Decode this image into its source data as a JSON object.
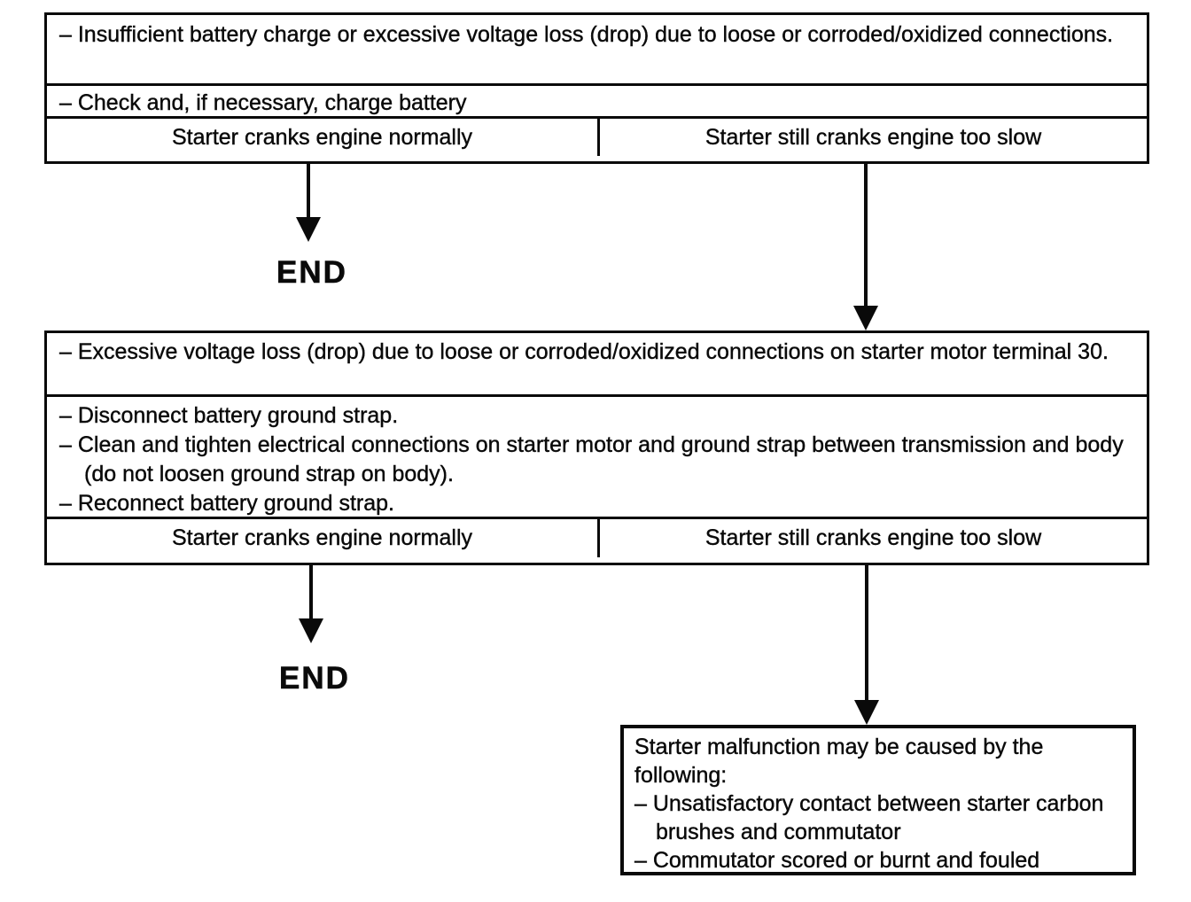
{
  "colors": {
    "ink": "#0a0a0a",
    "background": "#ffffff"
  },
  "step1": {
    "condition": "– Insufficient battery charge or excessive voltage loss (drop) due to loose or corroded/oxidized connections.",
    "action": "– Check and, if necessary, charge battery",
    "outcome_left": "Starter cranks engine normally",
    "outcome_right": "Starter still cranks engine too slow"
  },
  "end_label_1": "END",
  "step2": {
    "condition": "– Excessive voltage loss (drop) due to loose or corroded/oxidized connections on starter motor terminal 30.",
    "actions": [
      "– Disconnect battery ground strap.",
      "– Clean and tighten electrical connections on starter motor and ground strap between transmission and body (do not loosen ground strap on body).",
      "– Reconnect battery ground strap."
    ],
    "outcome_left": "Starter cranks engine normally",
    "outcome_right": "Starter still cranks engine too slow"
  },
  "end_label_2": "END",
  "result": {
    "intro": "Starter malfunction may be caused by the following:",
    "causes": [
      "– Unsatisfactory contact between starter carbon brushes and commutator",
      "– Commutator scored or burnt and fouled"
    ]
  }
}
